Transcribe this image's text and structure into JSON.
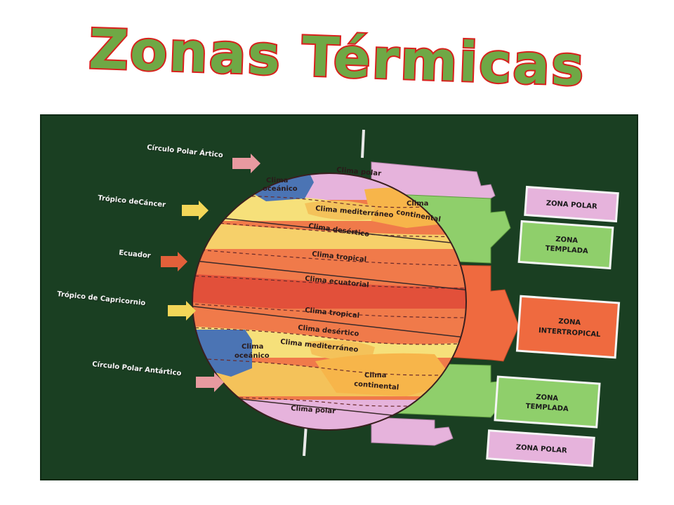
{
  "title": "Zonas Térmicas",
  "left_labels": {
    "polar_artico": "Círculo Polar Ártico",
    "cancer": "Trópico deCáncer",
    "ecuador": "Ecuador",
    "capricornio": "Trópico de Capricornio",
    "polar_antartico": "Círculo Polar Antártico"
  },
  "globe_labels": {
    "polar_norte": "Clima polar",
    "oceanico_norte_1": "Clima",
    "oceanico_norte_2": "oceánico",
    "continental_norte_1": "Clima",
    "continental_norte_2": "continental",
    "mediterraneo_norte": "Clima mediterráneo",
    "desertico_norte": "Clima desértico",
    "tropical_norte": "Clima tropical",
    "ecuatorial": "Clima ecuatorial",
    "tropical_sur": "Clima tropical",
    "desertico_sur": "Clima desértico",
    "mediterraneo_sur": "Clima mediterráneo",
    "oceanico_sur_1": "Clima",
    "oceanico_sur_2": "oceánico",
    "continental_sur_1": "Clima",
    "continental_sur_2": "continental",
    "polar_sur": "Clima polar"
  },
  "zones": {
    "polar_norte": "ZONA POLAR",
    "templada_norte_1": "ZONA",
    "templada_norte_2": "TEMPLADA",
    "intertropical_1": "ZONA",
    "intertropical_2": "INTERTROPICAL",
    "templada_sur_1": "ZONA",
    "templada_sur_2": "TEMPLADA",
    "polar_sur": "ZONA POLAR"
  },
  "colors": {
    "polar": "#e6b3dc",
    "templada": "#8fcf6b",
    "intertropical": "#ef6a3f",
    "oceanico": "#4b74b4",
    "ecuatorial": "#e2503a",
    "tropical": "#f07a4a",
    "desertico": "#f6e07a",
    "mediterraneo": "#f4c25a",
    "continental": "#f7b54a",
    "board": "#1a3f22",
    "title_fill": "#6fa845",
    "title_stroke": "#d8201c"
  }
}
